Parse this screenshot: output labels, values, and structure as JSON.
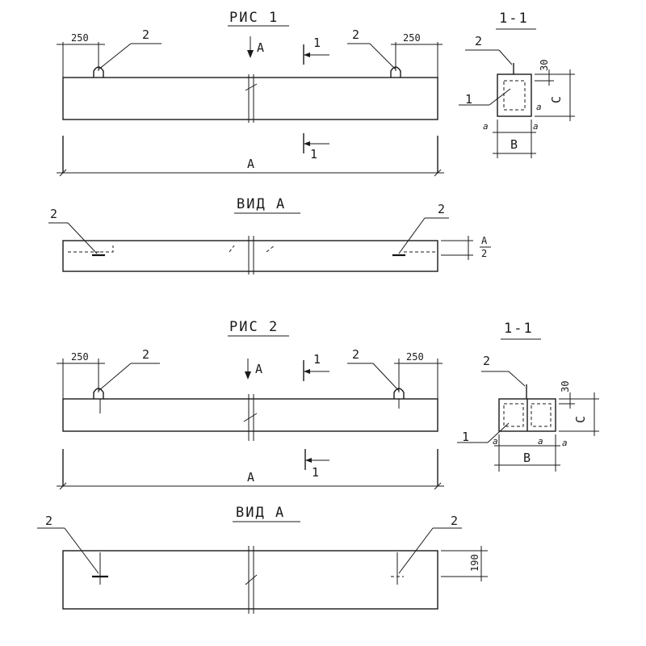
{
  "fig1": {
    "title": "РИС 1",
    "section_title": "1-1",
    "view_title": "ВИД А",
    "dim_left": "250",
    "dim_right": "250",
    "leader_2": "2",
    "leader_1": "1",
    "view_arrow": "А",
    "cut_mark": "1",
    "bottom_label": "А",
    "sec_dim_30": "30",
    "sec_dim_c": "С",
    "sec_dim_a": "а",
    "sec_dim_b": "В",
    "view_dim_num": "А",
    "view_dim_den": "2"
  },
  "fig2": {
    "title": "РИС 2",
    "section_title": "1-1",
    "view_title": "ВИД А",
    "dim_left": "250",
    "dim_right": "250",
    "leader_2": "2",
    "leader_1": "1",
    "view_arrow": "А",
    "cut_mark": "1",
    "bottom_label": "А",
    "sec_dim_30": "30",
    "sec_dim_c": "С",
    "sec_dim_a": "а",
    "sec_dim_b": "В",
    "view_dim": "190"
  }
}
